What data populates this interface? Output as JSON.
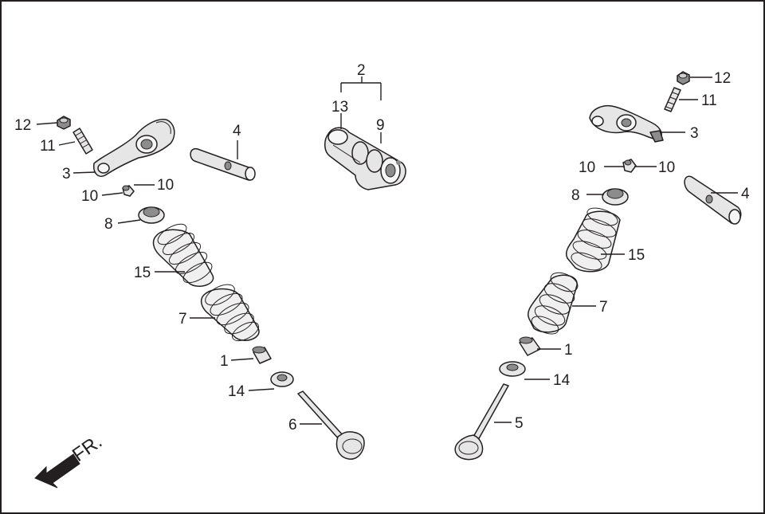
{
  "diagram": {
    "callouts": {
      "left": {
        "n12": "12",
        "n11": "11",
        "n3": "3",
        "n10a": "10",
        "n10b": "10",
        "n8": "8",
        "n15": "15",
        "n7": "7",
        "n1": "1",
        "n14": "14",
        "n6": "6",
        "n4": "4"
      },
      "center": {
        "n2": "2",
        "n13": "13",
        "n9": "9"
      },
      "right": {
        "n12": "12",
        "n11": "11",
        "n3": "3",
        "n10a": "10",
        "n10b": "10",
        "n8": "8",
        "n15": "15",
        "n7": "7",
        "n1": "1",
        "n14": "14",
        "n5": "5",
        "n4": "4"
      }
    },
    "direction_label": "FR."
  }
}
